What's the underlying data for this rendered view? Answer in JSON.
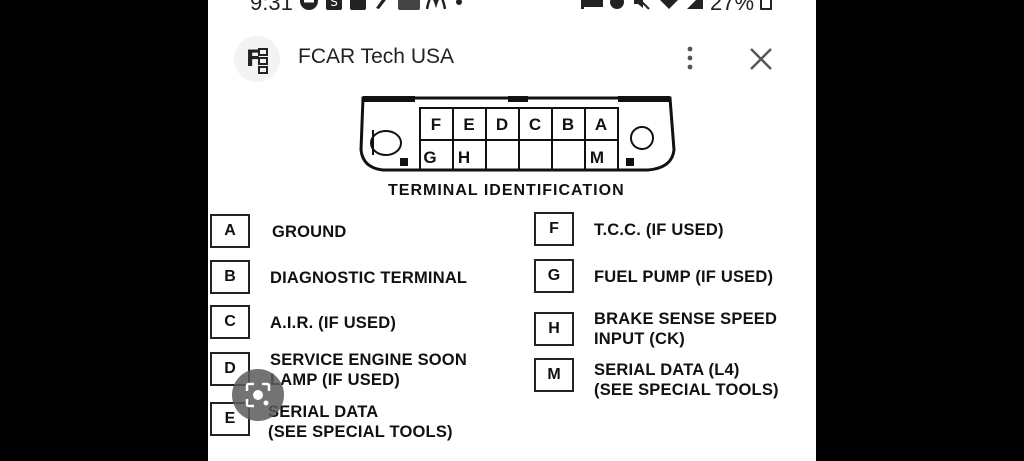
{
  "status_bar": {
    "time": "9:31",
    "battery": "27%",
    "icons": [
      "dnd-icon",
      "s-app-icon",
      "sim-icon",
      "pen-icon",
      "amazon-icon",
      "mcdonalds-icon",
      "dot-icon",
      "bed-icon",
      "alarm-icon",
      "mute-icon",
      "wifi-icon",
      "signal-icon",
      "battery-icon"
    ]
  },
  "header": {
    "logo_text": "FCAR",
    "title": "FCAR Tech USA",
    "more_icon": "more-vert-icon",
    "close_icon": "close-icon"
  },
  "diagram": {
    "connector": {
      "top_row": [
        "F",
        "E",
        "D",
        "C",
        "B",
        "A"
      ],
      "bottom_row": [
        "G",
        "H",
        "",
        "",
        "",
        "M"
      ]
    },
    "caption": "TERMINAL  IDENTIFICATION",
    "left_column": [
      {
        "key": "A",
        "lines": [
          "GROUND"
        ]
      },
      {
        "key": "B",
        "lines": [
          "DIAGNOSTIC TERMINAL"
        ]
      },
      {
        "key": "C",
        "lines": [
          "A.I.R. (IF USED)"
        ]
      },
      {
        "key": "D",
        "lines": [
          "SERVICE ENGINE SOON",
          "LAMP (IF USED)"
        ]
      },
      {
        "key": "E",
        "lines": [
          "SERIAL DATA",
          "(SEE SPECIAL TOOLS)"
        ]
      }
    ],
    "right_column": [
      {
        "key": "F",
        "lines": [
          "T.C.C. (IF USED)"
        ]
      },
      {
        "key": "G",
        "lines": [
          "FUEL PUMP (IF USED)"
        ]
      },
      {
        "key": "H",
        "lines": [
          "BRAKE SENSE SPEED",
          "INPUT (CK)"
        ]
      },
      {
        "key": "M",
        "lines": [
          "SERIAL DATA (L4)",
          "(SEE SPECIAL TOOLS)"
        ]
      }
    ]
  },
  "lens": {
    "icon": "lens-icon"
  }
}
